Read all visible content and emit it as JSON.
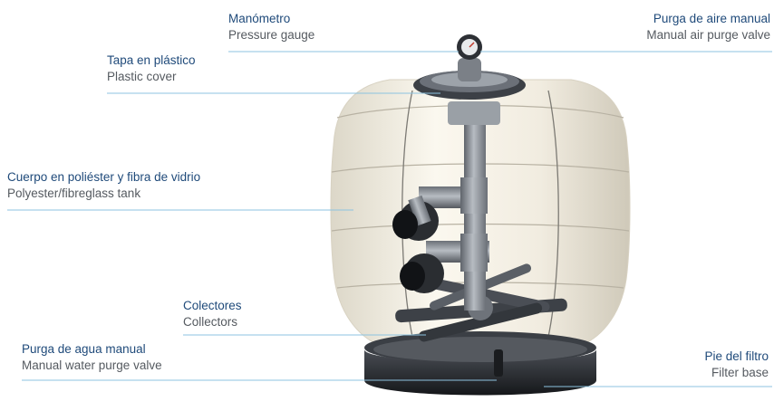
{
  "labels": {
    "manometro": {
      "es": "Manómetro",
      "en": "Pressure gauge"
    },
    "purga_aire": {
      "es": "Purga de aire manual",
      "en": "Manual air purge valve"
    },
    "tapa": {
      "es": "Tapa en plástico",
      "en": "Plastic cover"
    },
    "cuerpo": {
      "es": "Cuerpo en poliéster y fibra de vidrio",
      "en": "Polyester/fibreglass tank"
    },
    "colectores": {
      "es": "Colectores",
      "en": "Collectors"
    },
    "purga_agua": {
      "es": "Purga de agua manual",
      "en": "Manual water purge valve"
    },
    "pie": {
      "es": "Pie del filtro",
      "en": "Filter base"
    }
  },
  "colors": {
    "spanish_text": "#1f4a7a",
    "english_text": "#555a60",
    "leader_line": "#8cc3e0",
    "tank": "#f3efe4",
    "pipe": "#8a8f97",
    "base": "#2b2e33"
  }
}
